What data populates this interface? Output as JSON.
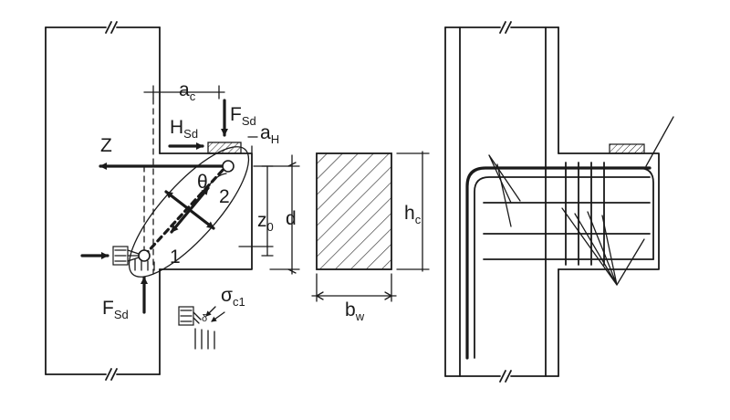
{
  "labels": {
    "ac": "a",
    "ac_sub": "c",
    "hsd": "H",
    "hsd_sub": "Sd",
    "fsd_top": "F",
    "fsd_top_sub": "Sd",
    "ah": "a",
    "ah_sub": "H",
    "z": "Z",
    "theta": "θ",
    "node2": "2",
    "node1": "1",
    "z0": "z",
    "z0_sub": "0",
    "d": "d",
    "fsd_bottom": "F",
    "fsd_bottom_sub": "Sd",
    "sigma": "σ",
    "sigma_sub": "c1",
    "hc": "h",
    "hc_sub": "c",
    "bw": "b",
    "bw_sub": "w"
  },
  "colors": {
    "ink": "#1a1a1a",
    "paper": "#ffffff"
  }
}
